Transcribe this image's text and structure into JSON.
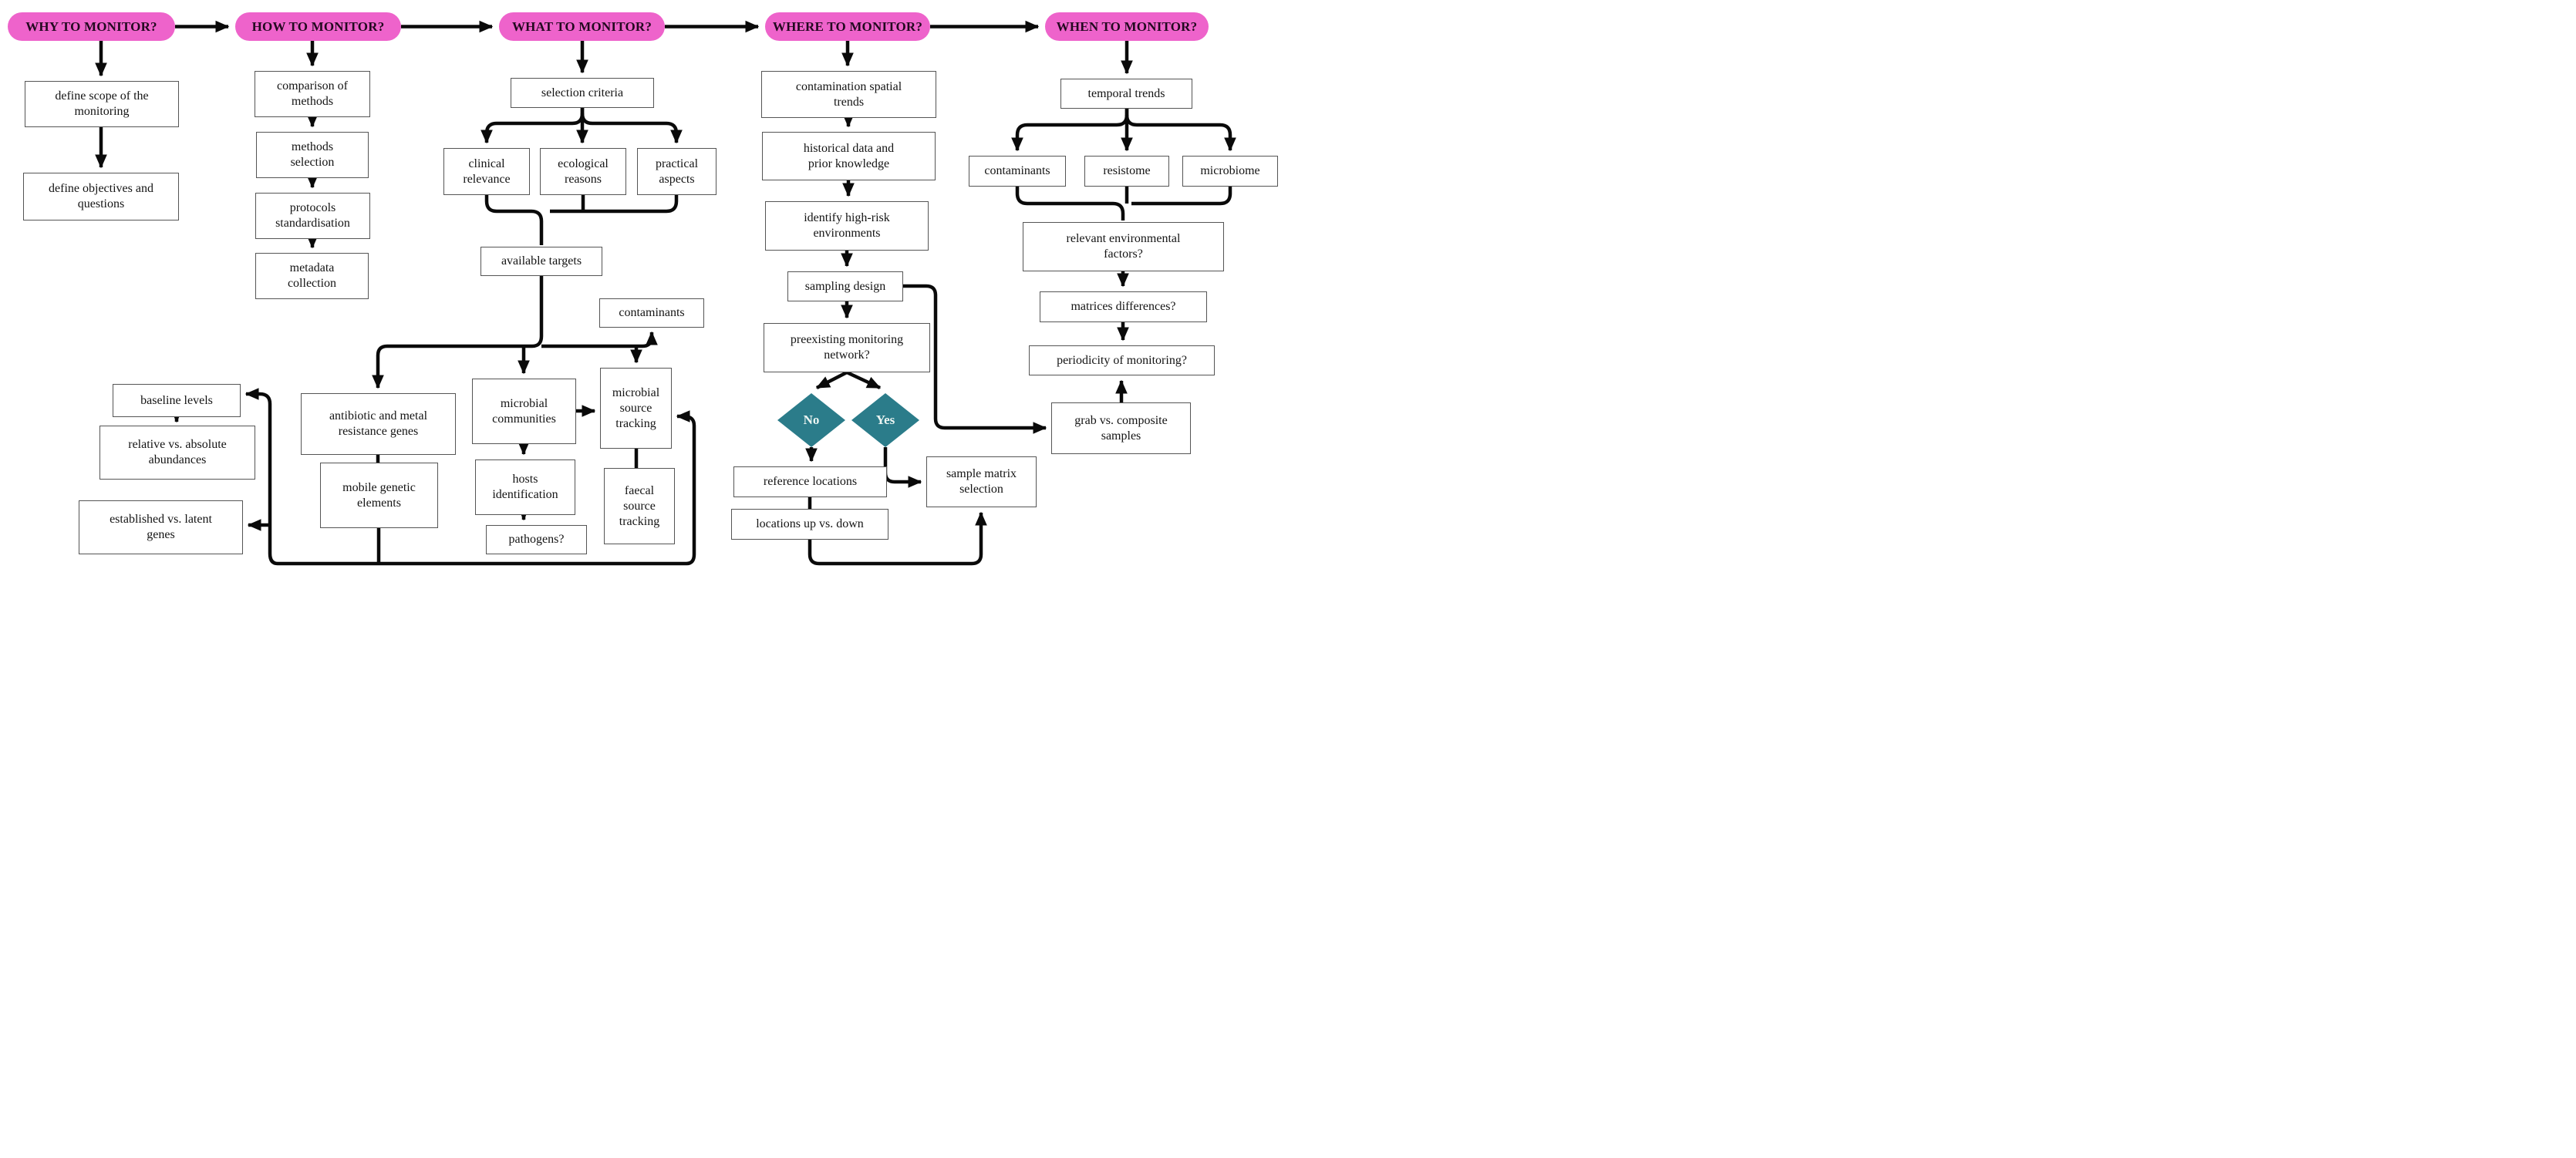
{
  "title": "environmental monitoring framework flowchart",
  "colors": {
    "pill_fill": "#ee63cb",
    "pill_text": "#230920",
    "diamond_fill": "#2b7c8a",
    "diamond_text": "#ecf5f2",
    "line": "#0a0a0a",
    "box_border": "#555555",
    "box_text": "#141414"
  },
  "pills": {
    "why": "WHY TO MONITOR?",
    "how": "HOW TO MONITOR?",
    "what": "WHAT TO MONITOR?",
    "where": "WHERE TO MONITOR?",
    "when": "WHEN TO MONITOR?"
  },
  "nodes": {
    "defineScope": "define scope of the\nmonitoring",
    "defineObjectives": "define objectives and\nquestions",
    "comparisonMethods": "comparison of\nmethods",
    "methodsSelection": "methods\nselection",
    "protocolsStandardisation": "protocols\nstandardisation",
    "metadataCollection": "metadata\ncollection",
    "selectionCriteria": "selection criteria",
    "clinicalRelevance": "clinical\nrelevance",
    "ecologicalReasons": "ecological\nreasons",
    "practicalAspects": "practical\naspects",
    "availableTargets": "available targets",
    "contaminantsWhat": "contaminants",
    "antibioticMetal": "antibiotic and metal\nresistance genes",
    "mobileGenetic": "mobile genetic\nelements",
    "microbialCommunities": "microbial\ncommunities",
    "hostsIdentification": "hosts\nidentification",
    "pathogens": "pathogens?",
    "microbialSourceTracking": "microbial\nsource\ntracking",
    "faecalSourceTracking": "faecal\nsource\ntracking",
    "baselineLevels": "baseline levels",
    "relativeAbsolute": "relative vs. absolute\nabundances",
    "establishedLatent": "established vs. latent\ngenes",
    "contaminationSpatial": "contamination spatial\ntrends",
    "historicalData": "historical data and\nprior knowledge",
    "identifyHighRisk": "identify high-risk\nenvironments",
    "samplingDesign": "sampling design",
    "preexistingNetwork": "preexisting monitoring\nnetwork?",
    "no": "No",
    "yes": "Yes",
    "referenceLocations": "reference locations",
    "locationsUpDown": "locations up vs. down",
    "sampleMatrix": "sample matrix\nselection",
    "temporalTrends": "temporal trends",
    "contaminantsWhen": "contaminants",
    "resistome": "resistome",
    "microbiome": "microbiome",
    "relevantEnvironmental": "relevant environmental\nfactors?",
    "matricesDifferences": "matrices differences?",
    "periodicityMonitoring": "periodicity of monitoring?",
    "grabComposite": "grab vs. composite\nsamples"
  }
}
